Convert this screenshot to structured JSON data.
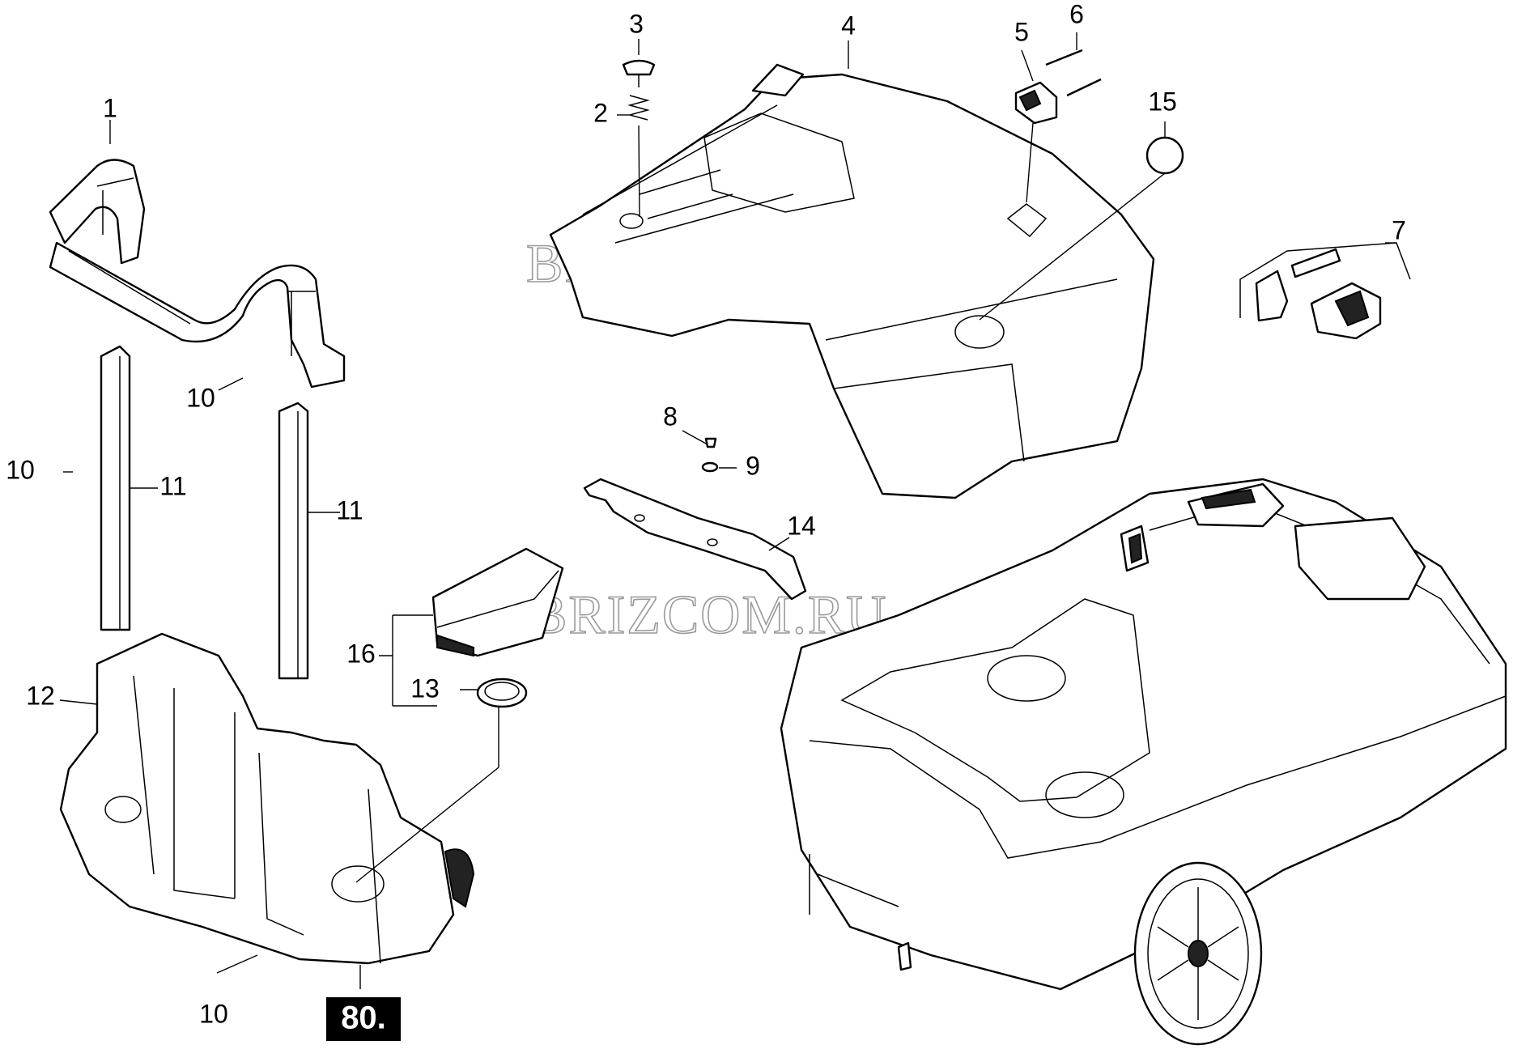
{
  "watermark": "BRIZCOM.RU",
  "sheet_number": "80.",
  "callouts": {
    "c1": "1",
    "c2": "2",
    "c3": "3",
    "c4": "4",
    "c5": "5",
    "c6": "6",
    "c7": "7",
    "c8": "8",
    "c9": "9",
    "c10a": "10",
    "c10b": "10",
    "c10c": "10",
    "c11a": "11",
    "c11b": "11",
    "c12": "12",
    "c13": "13",
    "c14": "14",
    "c15": "15",
    "c16": "16"
  }
}
